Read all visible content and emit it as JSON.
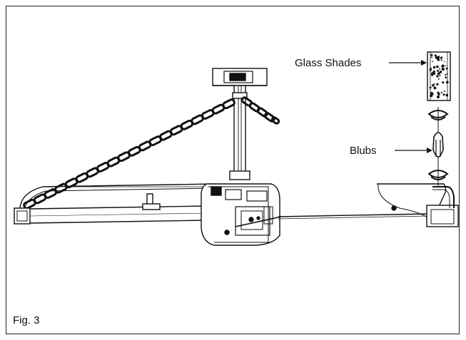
{
  "figure": {
    "caption": "Fig. 3"
  },
  "callouts": {
    "glass_shades": "Glass Shades",
    "bulbs": "Blubs"
  }
}
